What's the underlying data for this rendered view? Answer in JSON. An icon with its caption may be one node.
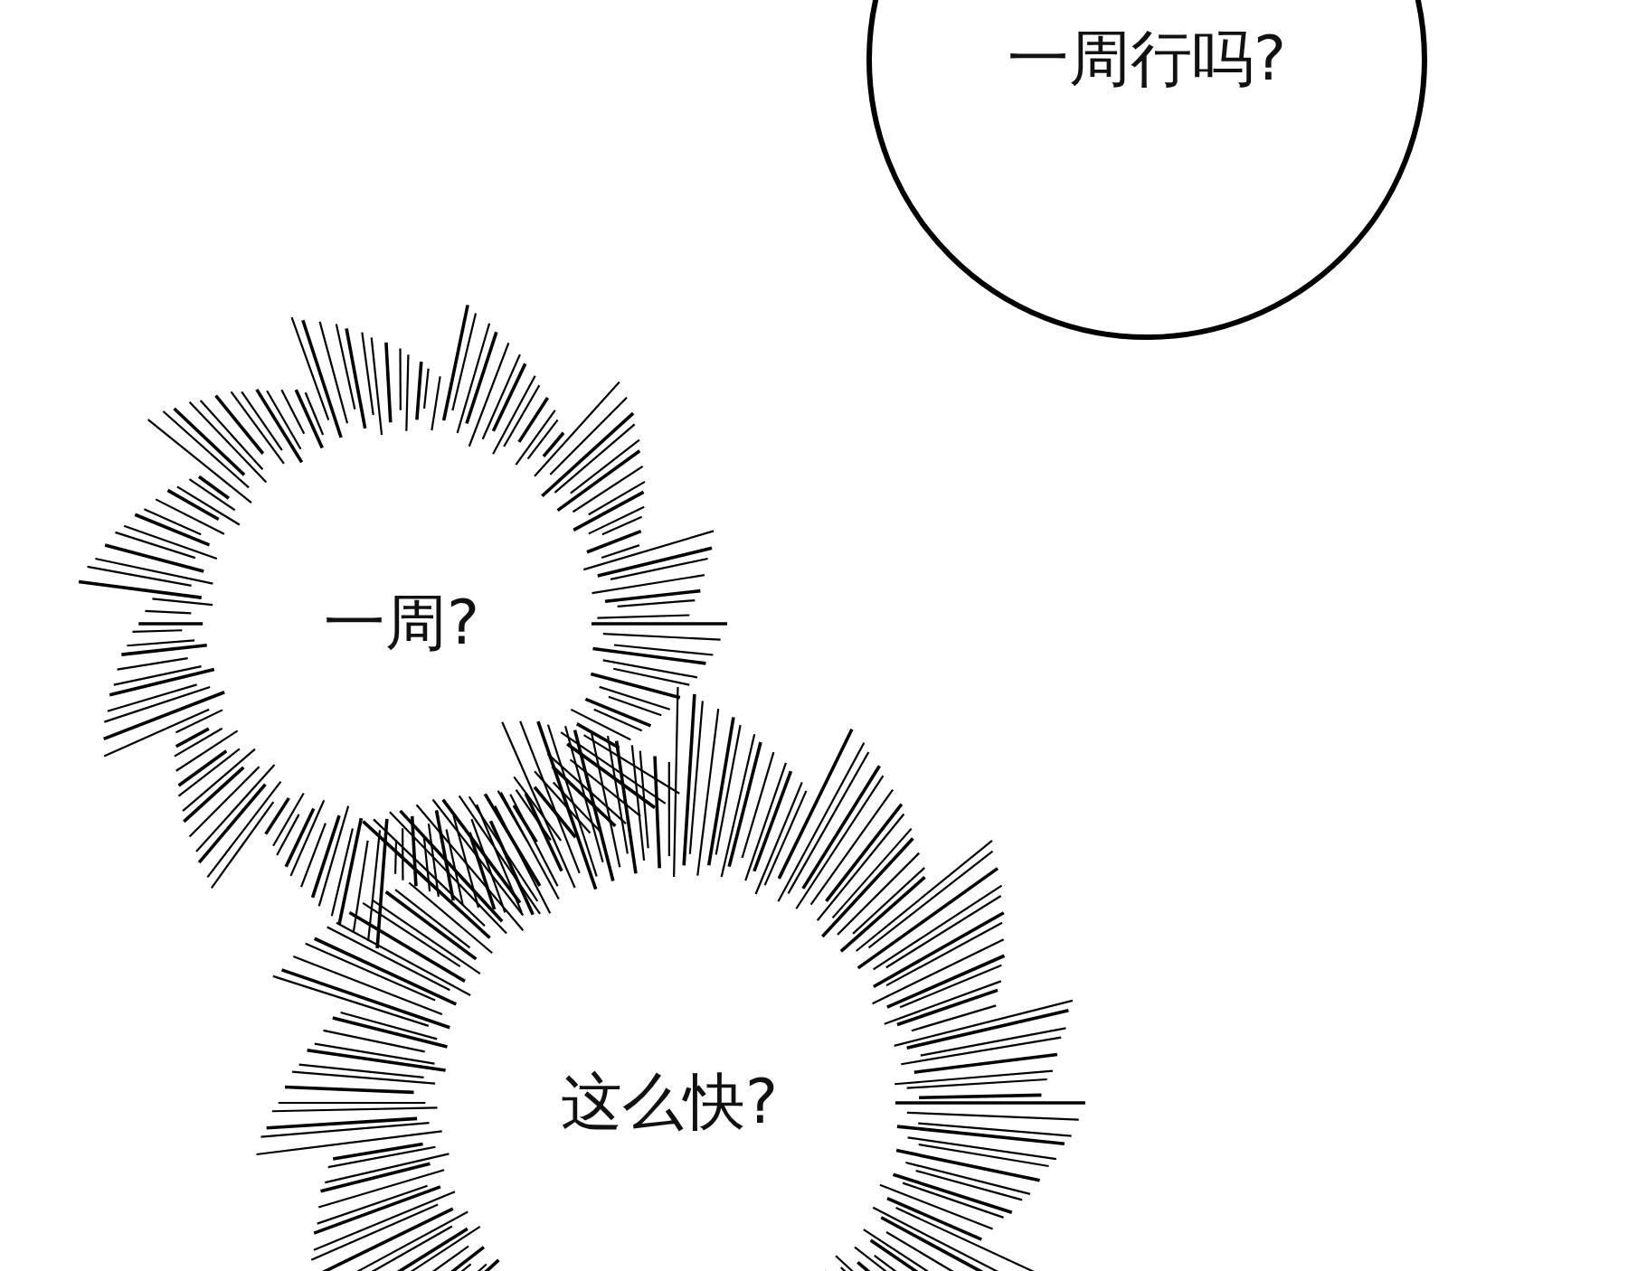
{
  "diagram": {
    "nodes": [
      {
        "text": [
          "一周行吗?"
        ]
      },
      {
        "text": [
          "一周?"
        ]
      },
      {
        "text": [
          "这么快?"
        ]
      }
    ]
  }
}
